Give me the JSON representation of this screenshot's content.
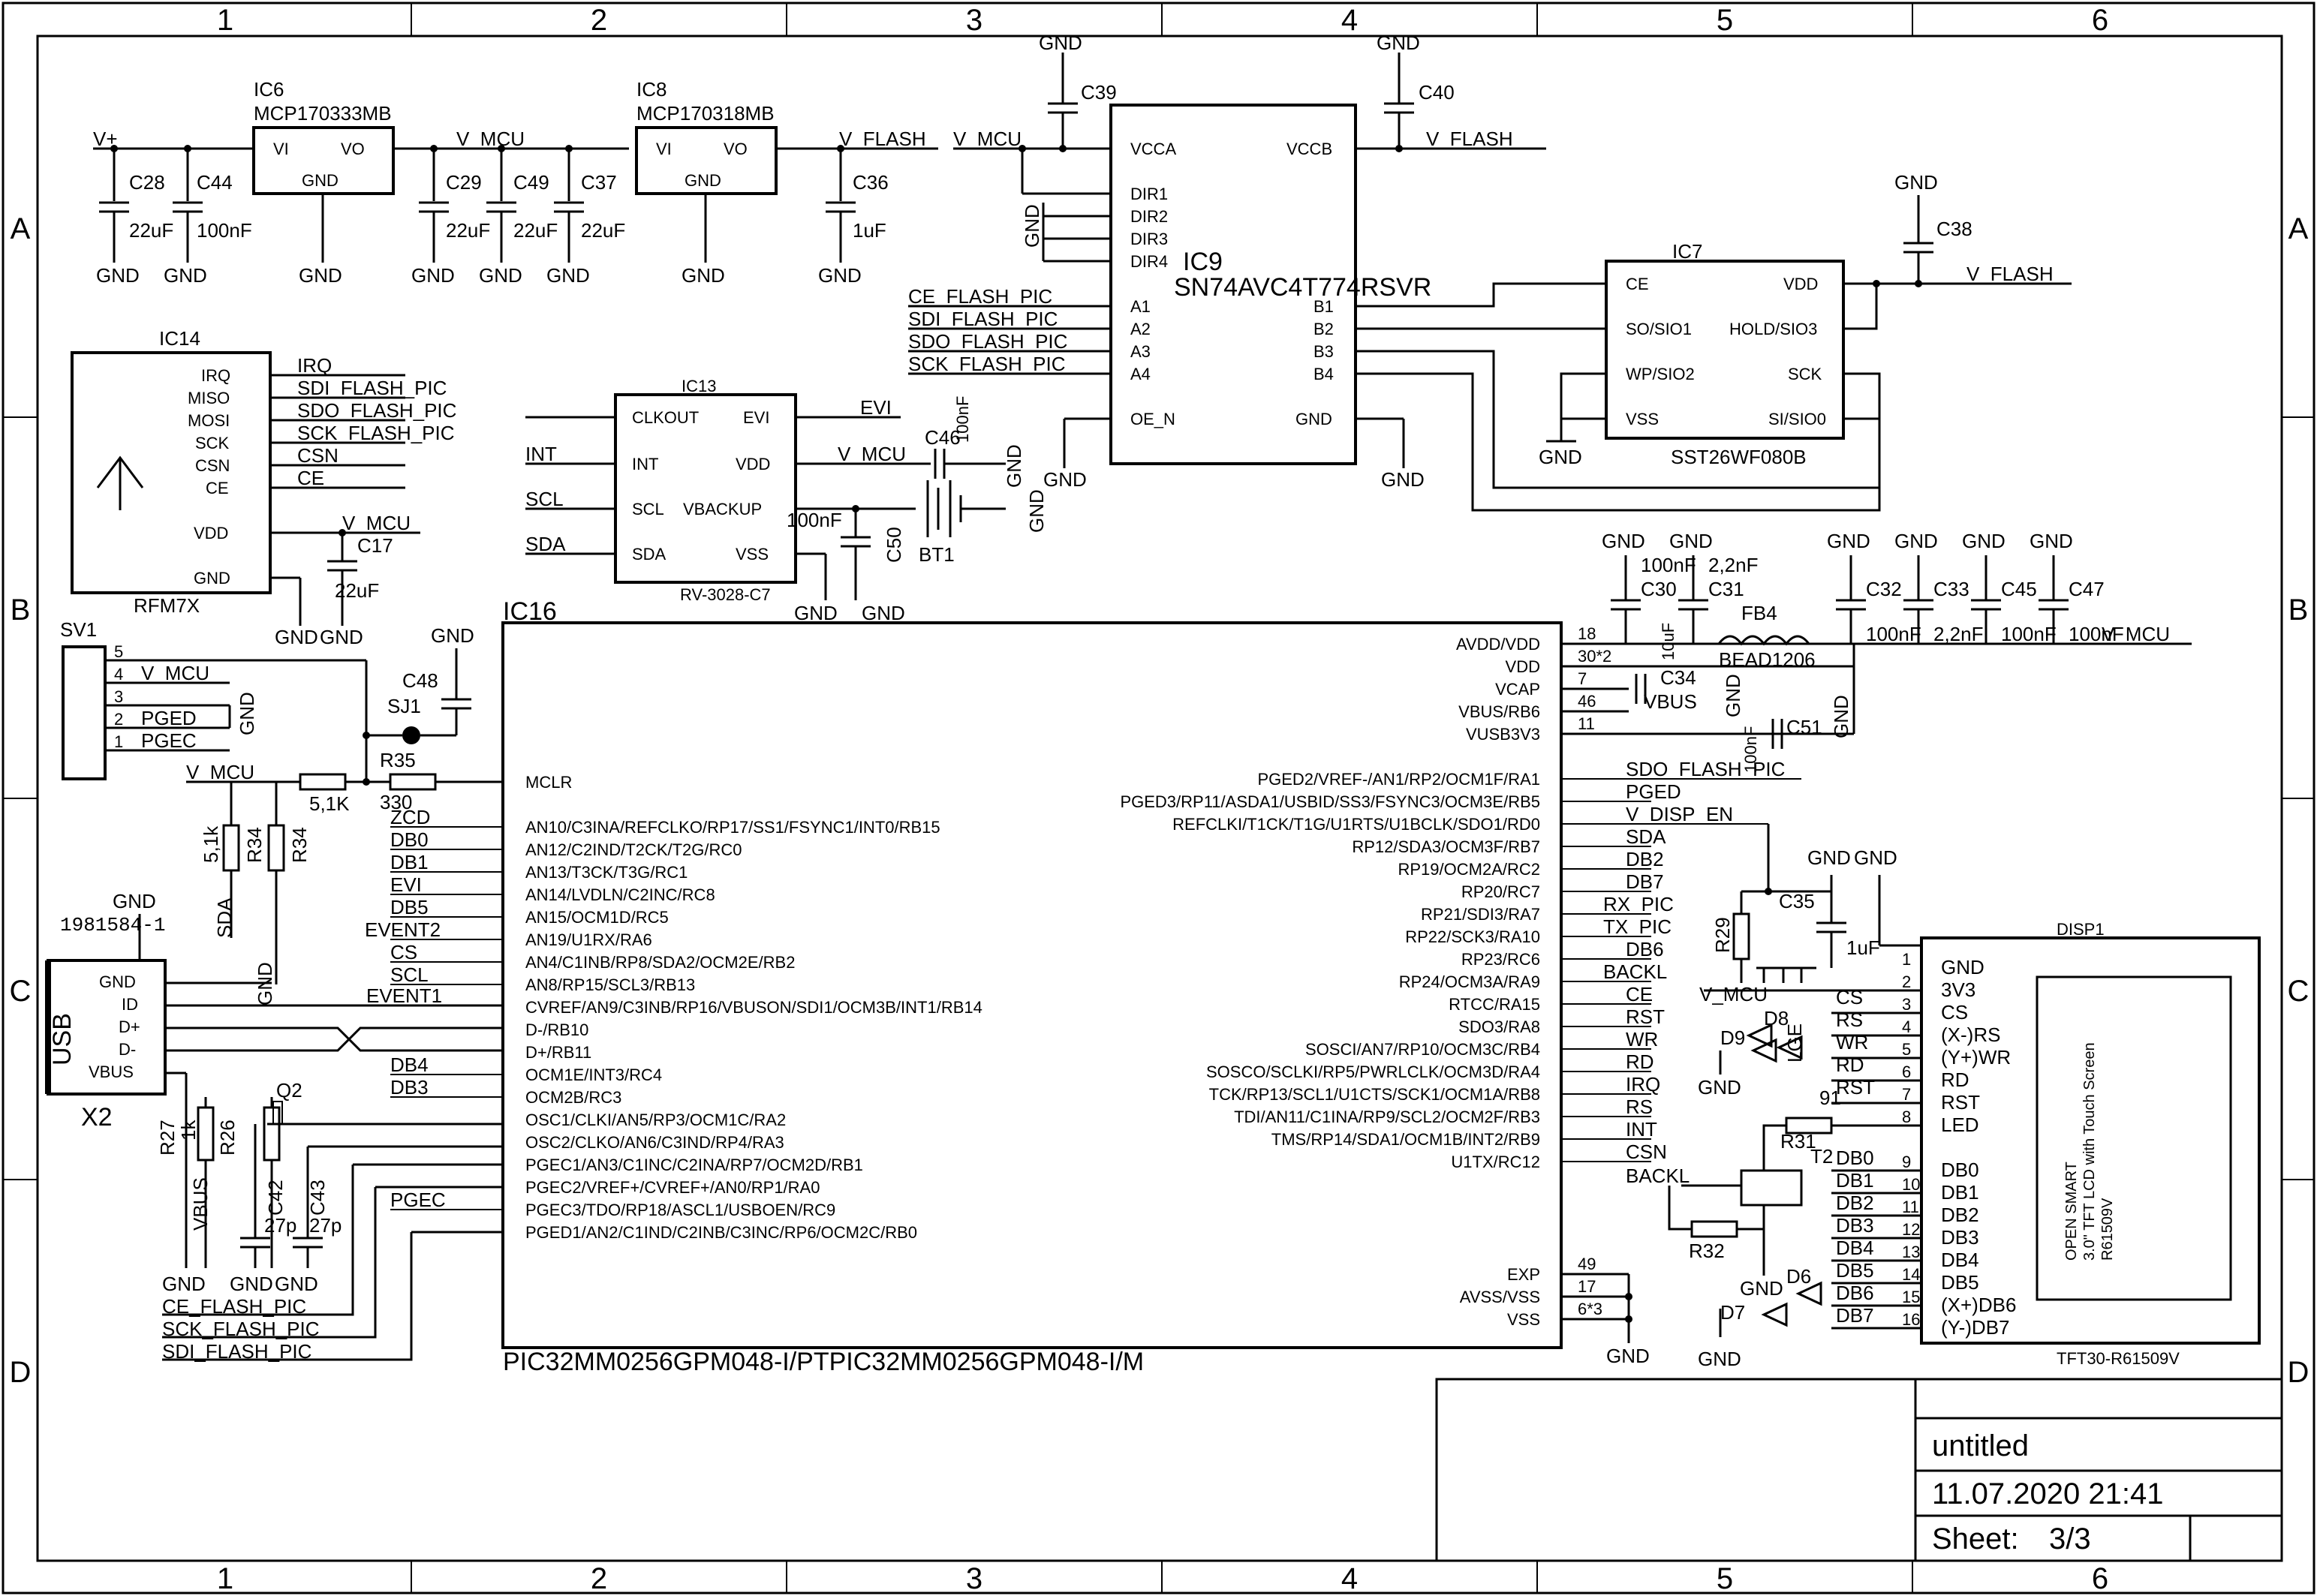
{
  "frame": {
    "columns": [
      "1",
      "2",
      "3",
      "4",
      "5",
      "6"
    ],
    "rows": [
      "A",
      "B",
      "C",
      "D"
    ]
  },
  "title_block": {
    "title": "untitled",
    "date": "11.07.2020 21:41",
    "sheet_label": "Sheet:",
    "sheet_value": "3/3"
  },
  "parts": {
    "ic6": {
      "ref": "IC6",
      "value": "MCP170333MB",
      "pin_vi": "VI",
      "pin_vo": "VO",
      "pin_gnd": "GND"
    },
    "ic8": {
      "ref": "IC8",
      "value": "MCP170318MB",
      "pin_vi": "VI",
      "pin_vo": "VO",
      "pin_gnd": "GND"
    },
    "ic9": {
      "ref": "IC9",
      "value": "SN74AVC4T774RSVR",
      "pins_left": [
        "VCCA",
        "DIR1",
        "DIR2",
        "DIR3",
        "DIR4",
        "A1",
        "A2",
        "A3",
        "A4",
        "OE_N"
      ],
      "pins_right": [
        "VCCB",
        "B1",
        "B2",
        "B3",
        "B4",
        "GND"
      ]
    },
    "ic7": {
      "ref": "IC7",
      "value": "SST26WF080B",
      "pins_left": [
        "CE",
        "SO/SIO1",
        "WP/SIO2",
        "VSS"
      ],
      "pins_right": [
        "VDD",
        "HOLD/SIO3",
        "SCK",
        "SI/SIO0"
      ]
    },
    "ic14": {
      "ref": "IC14",
      "value": "RFM7X",
      "pins": [
        "IRQ",
        "MISO",
        "MOSI",
        "SCK",
        "CSN",
        "CE",
        "VDD",
        "GND"
      ]
    },
    "ic13": {
      "ref": "IC13",
      "value": "RV-3028-C7",
      "pins_left": [
        "CLKOUT",
        "INT",
        "SCL",
        "SDA"
      ],
      "pins_right": [
        "EVI",
        "VDD",
        "VBACKUP",
        "VSS"
      ]
    },
    "ic16": {
      "ref": "IC16",
      "value": "PIC32MM0256GPM048-I/PTPIC32MM0256GPM048-I/M",
      "pins_left": [
        "MCLR",
        "AN10/C3INA/REFCLKO/RP17/SS1/FSYNC1/INT0/RB15",
        "AN12/C2IND/T2CK/T2G/RC0",
        "AN13/T3CK/T3G/RC1",
        "AN14/LVDLN/C2INC/RC8",
        "AN15/OCM1D/RC5",
        "AN19/U1RX/RA6",
        "AN4/C1INB/RP8/SDA2/OCM2E/RB2",
        "AN8/RP15/SCL3/RB13",
        "CVREF/AN9/C3INB/RP16/VBUSON/SDI1/OCM3B/INT1/RB14",
        "D-/RB10",
        "D+/RB11",
        "OCM1E/INT3/RC4",
        "OCM2B/RC3",
        "OSC1/CLKI/AN5/RP3/OCM1C/RA2",
        "OSC2/CLKO/AN6/C3IND/RP4/RA3",
        "PGEC1/AN3/C1INC/C2INA/RP7/OCM2D/RB1",
        "PGEC2/VREF+/CVREF+/AN0/RP1/RA0",
        "PGEC3/TDO/RP18/ASCL1/USBOEN/RC9",
        "PGED1/AN2/C1IND/C2INB/C3INC/RP6/OCM2C/RB0"
      ],
      "pins_right": [
        "AVDD/VDD",
        "VDD",
        "VCAP",
        "VBUS/RB6",
        "VUSB3V3",
        "PGED2/VREF-/AN1/RP2/OCM1F/RA1",
        "PGED3/RP11/ASDA1/USBID/SS3/FSYNC3/OCM3E/RB5",
        "REFCLKI/T1CK/T1G/U1RTS/U1BCLK/SDO1/RD0",
        "RP12/SDA3/OCM3F/RB7",
        "RP19/OCM2A/RC2",
        "RP20/RC7",
        "RP21/SDI3/RA7",
        "RP22/SCK3/RA10",
        "RP23/RC6",
        "RP24/OCM3A/RA9",
        "RTCC/RA15",
        "SDO3/RA8",
        "SOSCI/AN7/RP10/OCM3C/RB4",
        "SOSCO/SCLKI/RP5/PWRLCLK/OCM3D/RA4",
        "TCK/RP13/SCL1/U1CTS/SCK1/OCM1A/RB8",
        "TDI/AN11/C1INA/RP9/SCL2/OCM2F/RB3",
        "TMS/RP14/SDA1/OCM1B/INT2/RB9",
        "U1TX/RC12",
        "EXP",
        "AVSS/VSS",
        "VSS"
      ]
    },
    "disp1": {
      "ref": "DISP1",
      "value": "TFT30-R61509V",
      "pins": [
        "GND",
        "3V3",
        "CS",
        "(X-)RS",
        "(Y+)WR",
        "RD",
        "RST",
        "LED",
        "DB0",
        "DB1",
        "DB2",
        "DB3",
        "DB4",
        "DB5",
        "(X+)DB6",
        "(Y-)DB7"
      ],
      "inner_text": [
        "OPEN SMART",
        "3.0\" TFT LCD with Touch Screen",
        "R61509V"
      ]
    },
    "usb": {
      "ref": "X2",
      "value": "1981584-1",
      "name": "USB",
      "pins": [
        "GND",
        "ID",
        "D+",
        "D-",
        "VBUS"
      ]
    },
    "sv1": {
      "ref": "SV1"
    }
  },
  "nets": {
    "vplus": "V+",
    "v_mcu": "V_MCU",
    "v_flash": "V_FLASH",
    "gnd": "GND",
    "vbus": "VBUS",
    "ce_flash_pic": "CE_FLASH_PIC",
    "sdi_flash_pic": "SDI_FLASH_PIC",
    "sdo_flash_pic": "SDO_FLASH_PIC",
    "sck_flash_pic": "SCK_FLASH_PIC",
    "irq": "IRQ",
    "csn": "CSN",
    "ce": "CE",
    "int": "INT",
    "scl": "SCL",
    "sda": "SDA",
    "evi": "EVI",
    "pged": "PGED",
    "pgec": "PGEC",
    "zcd": "ZCD",
    "event1": "EVENT1",
    "event2": "EVENT2",
    "cs": "CS",
    "rs": "RS",
    "wr": "WR",
    "rd": "RD",
    "rst": "RST",
    "backl": "BACKL",
    "rx_pic": "RX_PIC",
    "tx_pic": "TX_PIC",
    "v_disp_en": "V_DISP_EN"
  }
}
